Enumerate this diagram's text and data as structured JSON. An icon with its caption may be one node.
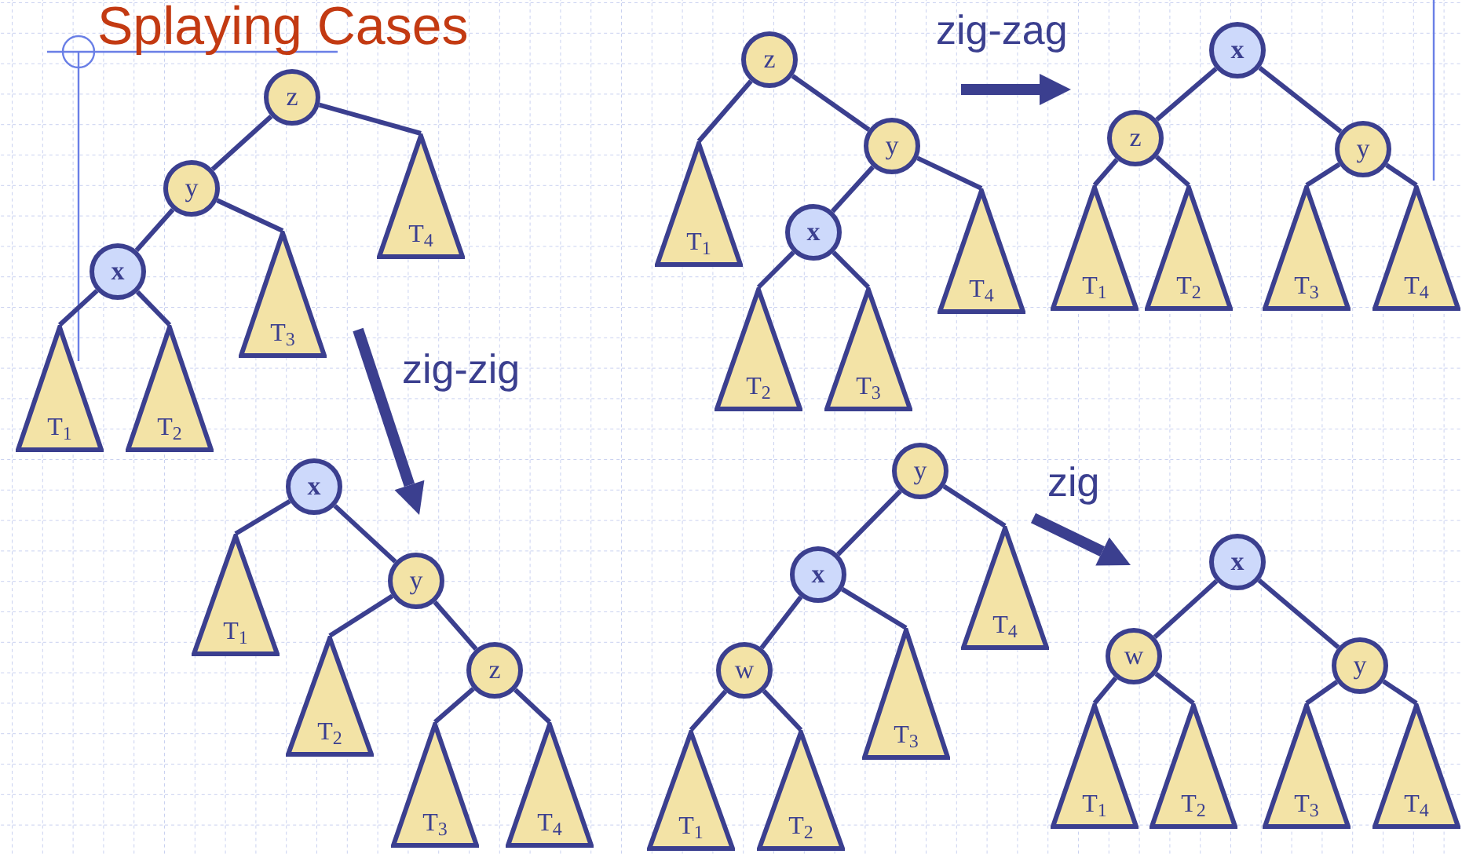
{
  "diagram": {
    "title": "Splaying Cases",
    "nodes": [
      {
        "text": [
          "z"
        ]
      },
      {
        "text": [
          "y"
        ]
      },
      {
        "text": [
          "x"
        ]
      },
      {
        "text": [
          "T$_{4}$"
        ]
      },
      {
        "text": [
          "T$_{3}$"
        ]
      },
      {
        "text": [
          "T$_{1}$"
        ]
      },
      {
        "text": [
          "T$_{2}$"
        ]
      },
      {
        "text": [
          "z"
        ]
      },
      {
        "text": [
          "T$_{1}$"
        ]
      },
      {
        "text": [
          "y"
        ]
      },
      {
        "text": [
          "x"
        ]
      },
      {
        "text": [
          "T$_{4}$"
        ]
      },
      {
        "text": [
          "T$_{2}$"
        ]
      },
      {
        "text": [
          "T$_{3}$"
        ]
      },
      {
        "text": [
          "x"
        ]
      },
      {
        "text": [
          "z"
        ]
      },
      {
        "text": [
          "y"
        ]
      },
      {
        "text": [
          "T$_{1}$"
        ]
      },
      {
        "text": [
          "T$_{2}$"
        ]
      },
      {
        "text": [
          "T$_{3}$"
        ]
      },
      {
        "text": [
          "T$_{4}$"
        ]
      },
      {
        "text": [
          "x"
        ]
      },
      {
        "text": [
          "T$_{1}$"
        ]
      },
      {
        "text": [
          "y"
        ]
      },
      {
        "text": [
          "T$_{2}$"
        ]
      },
      {
        "text": [
          "z"
        ]
      },
      {
        "text": [
          "T$_{3}$"
        ]
      },
      {
        "text": [
          "T$_{4}$"
        ]
      },
      {
        "text": [
          "y"
        ]
      },
      {
        "text": [
          "x"
        ]
      },
      {
        "text": [
          "T$_{4}$"
        ]
      },
      {
        "text": [
          "w"
        ]
      },
      {
        "text": [
          "T$_{3}$"
        ]
      },
      {
        "text": [
          "T$_{1}$"
        ]
      },
      {
        "text": [
          "T$_{2}$"
        ]
      },
      {
        "text": [
          "x"
        ]
      },
      {
        "text": [
          "w"
        ]
      },
      {
        "text": [
          "y"
        ]
      },
      {
        "text": [
          "T$_{1}$"
        ]
      },
      {
        "text": [
          "T$_{2}$"
        ]
      },
      {
        "text": [
          "T$_{3}$"
        ]
      },
      {
        "text": [
          "T$_{4}$"
        ]
      }
    ],
    "edges": [
      {
        "from": 0,
        "to": 1,
        "arrow": "none"
      },
      {
        "from": 0,
        "to": 3,
        "arrow": "none"
      },
      {
        "from": 1,
        "to": 2,
        "arrow": "none"
      },
      {
        "from": 1,
        "to": 4,
        "arrow": "none"
      },
      {
        "from": 2,
        "to": 5,
        "arrow": "none"
      },
      {
        "from": 2,
        "to": 6,
        "arrow": "none"
      },
      {
        "from": 7,
        "to": 8,
        "arrow": "none"
      },
      {
        "from": 7,
        "to": 9,
        "arrow": "none"
      },
      {
        "from": 9,
        "to": 10,
        "arrow": "none"
      },
      {
        "from": 9,
        "to": 11,
        "arrow": "none"
      },
      {
        "from": 10,
        "to": 12,
        "arrow": "none"
      },
      {
        "from": 10,
        "to": 13,
        "arrow": "none"
      },
      {
        "from": 14,
        "to": 15,
        "arrow": "none"
      },
      {
        "from": 14,
        "to": 16,
        "arrow": "none"
      },
      {
        "from": 15,
        "to": 17,
        "arrow": "none"
      },
      {
        "from": 15,
        "to": 18,
        "arrow": "none"
      },
      {
        "from": 16,
        "to": 19,
        "arrow": "none"
      },
      {
        "from": 16,
        "to": 20,
        "arrow": "none"
      },
      {
        "from": 21,
        "to": 22,
        "arrow": "none"
      },
      {
        "from": 21,
        "to": 23,
        "arrow": "none"
      },
      {
        "from": 23,
        "to": 24,
        "arrow": "none"
      },
      {
        "from": 23,
        "to": 25,
        "arrow": "none"
      },
      {
        "from": 25,
        "to": 26,
        "arrow": "none"
      },
      {
        "from": 25,
        "to": 27,
        "arrow": "none"
      },
      {
        "from": 28,
        "to": 29,
        "arrow": "none"
      },
      {
        "from": 28,
        "to": 30,
        "arrow": "none"
      },
      {
        "from": 29,
        "to": 31,
        "arrow": "none"
      },
      {
        "from": 29,
        "to": 32,
        "arrow": "none"
      },
      {
        "from": 31,
        "to": 33,
        "arrow": "none"
      },
      {
        "from": 31,
        "to": 34,
        "arrow": "none"
      },
      {
        "from": 35,
        "to": 36,
        "arrow": "none"
      },
      {
        "from": 35,
        "to": 37,
        "arrow": "none"
      },
      {
        "from": 36,
        "to": 38,
        "arrow": "none"
      },
      {
        "from": 36,
        "to": 39,
        "arrow": "none"
      },
      {
        "from": 37,
        "to": 40,
        "arrow": "none"
      },
      {
        "from": 37,
        "to": 41,
        "arrow": "none"
      }
    ],
    "labels": [
      "zig-zag",
      "zig-zig",
      "zig"
    ]
  }
}
